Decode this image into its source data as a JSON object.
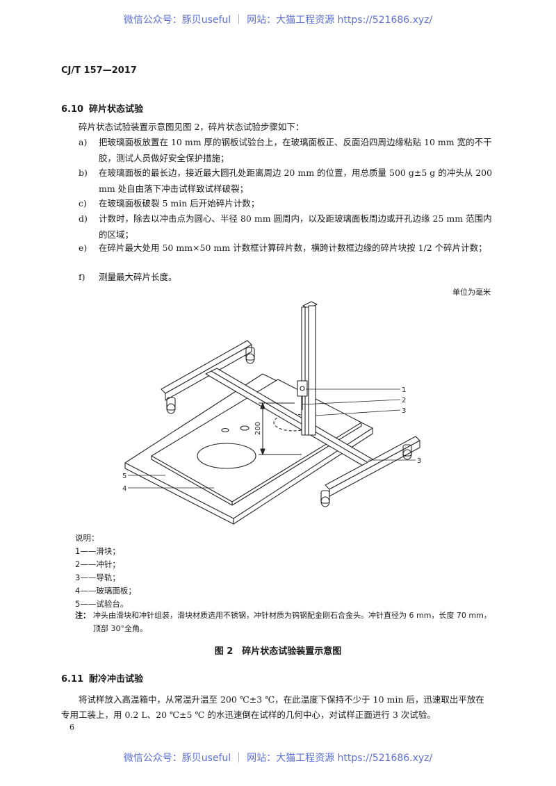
{
  "watermark": {
    "top": "微信公众号：豚贝useful ｜ 网站：大猫工程资源 https://521686.xyz/",
    "bottom": "微信公众号：豚贝useful ｜ 网站：大猫工程资源 https://521686.xyz/"
  },
  "header": {
    "standard_code": "CJ/T 157—2017"
  },
  "section_610": {
    "number": "6.10",
    "title": "碎片状态试验",
    "intro": "碎片状态试验装置示意图见图 2，碎片状态试验步骤如下：",
    "steps": [
      {
        "label": "a)",
        "text": "把玻璃面板放置在 10 mm 厚的钢板试验台上，在玻璃面板正、反面沿四周边缘粘贴 10 mm 宽的不干胶，测试人员做好安全保护措施；"
      },
      {
        "label": "b)",
        "text": "在玻璃面板的最长边，接近最大圆孔处距离周边 20 mm 的位置，用总质量 500 g±5 g 的冲头从 200 mm 处自由落下冲击试样致试样破裂；"
      },
      {
        "label": "c)",
        "text": "在玻璃面板破裂 5 min 后开始碎片计数；"
      },
      {
        "label": "d)",
        "text": "计数时，除去以冲击点为圆心、半径 80 mm 圆周内，以及距玻璃面板周边或开孔边缘 25 mm 范围内的区域；"
      },
      {
        "label": "e)",
        "text": "在碎片最大处用 50 mm×50 mm 计数框计算碎片数，横跨计数框边缘的碎片块按 1/2 个碎片计数；"
      },
      {
        "label": "f)",
        "text": "测量最大碎片长度。"
      }
    ]
  },
  "figure": {
    "unit_note": "单位为毫米",
    "dimension_label": "200",
    "callouts": [
      "1",
      "2",
      "3",
      "3",
      "5",
      "4"
    ],
    "legend_title": "说明：",
    "legend": [
      "1——滑块；",
      "2——冲针；",
      "3——导轨；",
      "4——玻璃面板；",
      "5——试验台。"
    ],
    "note_label": "注：",
    "note_text": "冲头由滑块和冲针组装，滑块材质选用不锈钢，冲针材质为钨钢配金刚石合金头。冲针直径为 6 mm，长度 70 mm，顶部 30°全角。",
    "caption": "图 2　碎片状态试验装置示意图"
  },
  "section_611": {
    "number": "6.11",
    "title": "耐冷冲击试验",
    "text": "将试样放入高温箱中，从常温升温至 200 ℃±3 ℃，在此温度下保持不少于 10 min 后，迅速取出平放在专用工装上，用 0.2 L、20 ℃±5 ℃ 的水迅速倒在试样的几何中心，对试样正面进行 3 次试验。"
  },
  "footer": {
    "page_number": "6"
  }
}
